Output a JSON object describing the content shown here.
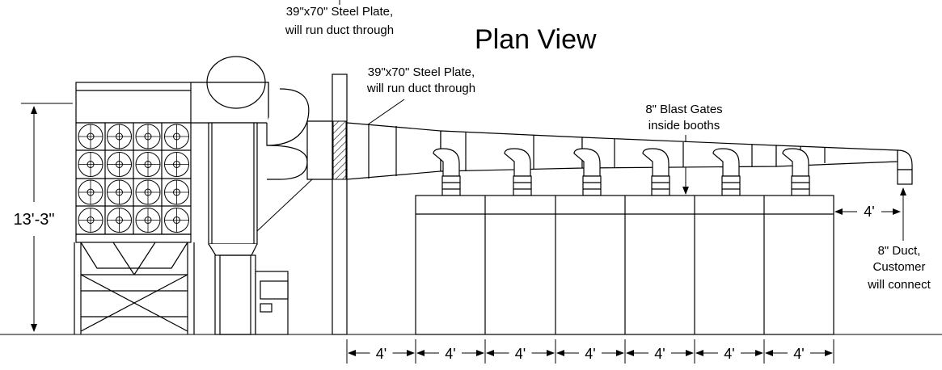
{
  "title": "Plan View",
  "annotations": {
    "plate_top_line1": "39\"x70\" Steel Plate,",
    "plate_top_line2": "will run duct through",
    "plate_mid_line1": "39\"x70\" Steel Plate,",
    "plate_mid_line2": "will run duct through",
    "gates_line1": "8\" Blast Gates",
    "gates_line2": "inside booths",
    "duct_line1": "8\" Duct,",
    "duct_line2": "Customer",
    "duct_line3": "will connect"
  },
  "dimensions": {
    "height": "13'-3\"",
    "end_gap": "4'",
    "bottom": [
      "4'",
      "4'",
      "4'",
      "4'",
      "4'",
      "4'",
      "4'"
    ]
  },
  "colors": {
    "line": "#000000",
    "background": "#ffffff",
    "hatch": "#000000"
  }
}
